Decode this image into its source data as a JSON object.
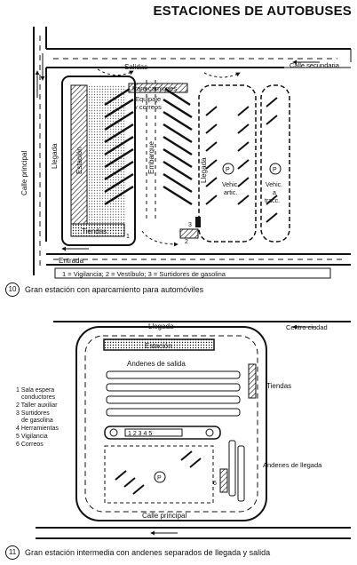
{
  "title": "ESTACIONES DE AUTOBUSES",
  "fig10": {
    "streets": {
      "principal": "Calle principal",
      "secundaria": "Calle secundaria"
    },
    "labels": {
      "salidas": "Salidas",
      "para_camiones": "Para camiones",
      "equipaje1": "Equipaje",
      "equipaje2": "y correos",
      "llegada_left": "Llegada",
      "estacion": "Estación",
      "embarque": "Embarque",
      "llegada_mid": "Llegada",
      "tiendas": "Tiendas",
      "entrada": "Entrada",
      "p1": "P",
      "p2": "P",
      "vehic1": "Vehic.",
      "vehic2": "artic.",
      "trac1": "Vehic.",
      "trac2": "a",
      "trac3": "tracc.",
      "n1": "1",
      "n2": "2",
      "n3": "3"
    },
    "legend": "1 = Vigilancia; 2 = Vestíbulo; 3 = Surtidores de gasolina",
    "caption_num": "10",
    "caption": "Gran estación con aparcamiento para automóviles"
  },
  "fig11": {
    "labels": {
      "llegada": "Llegada",
      "centro": "Centro ciudad",
      "estacion": "Estación",
      "andenes_salida": "Andenes de salida",
      "tiendas": "Tiendas",
      "andenes_llegada": "Andenes de llegada",
      "calle": "Calle principal",
      "p": "P",
      "six": "6",
      "row": "1 2 3 4 5"
    },
    "legend_items": [
      "1 Sala espera",
      "conductores",
      "2 Taller auxiliar",
      "3 Surtidores",
      "de gasolina",
      "4 Herramientas",
      "5 Vigilancia",
      "6 Correos"
    ],
    "caption_num": "11",
    "caption": "Gran estación intermedia con andenes separados de llegada y salida"
  }
}
